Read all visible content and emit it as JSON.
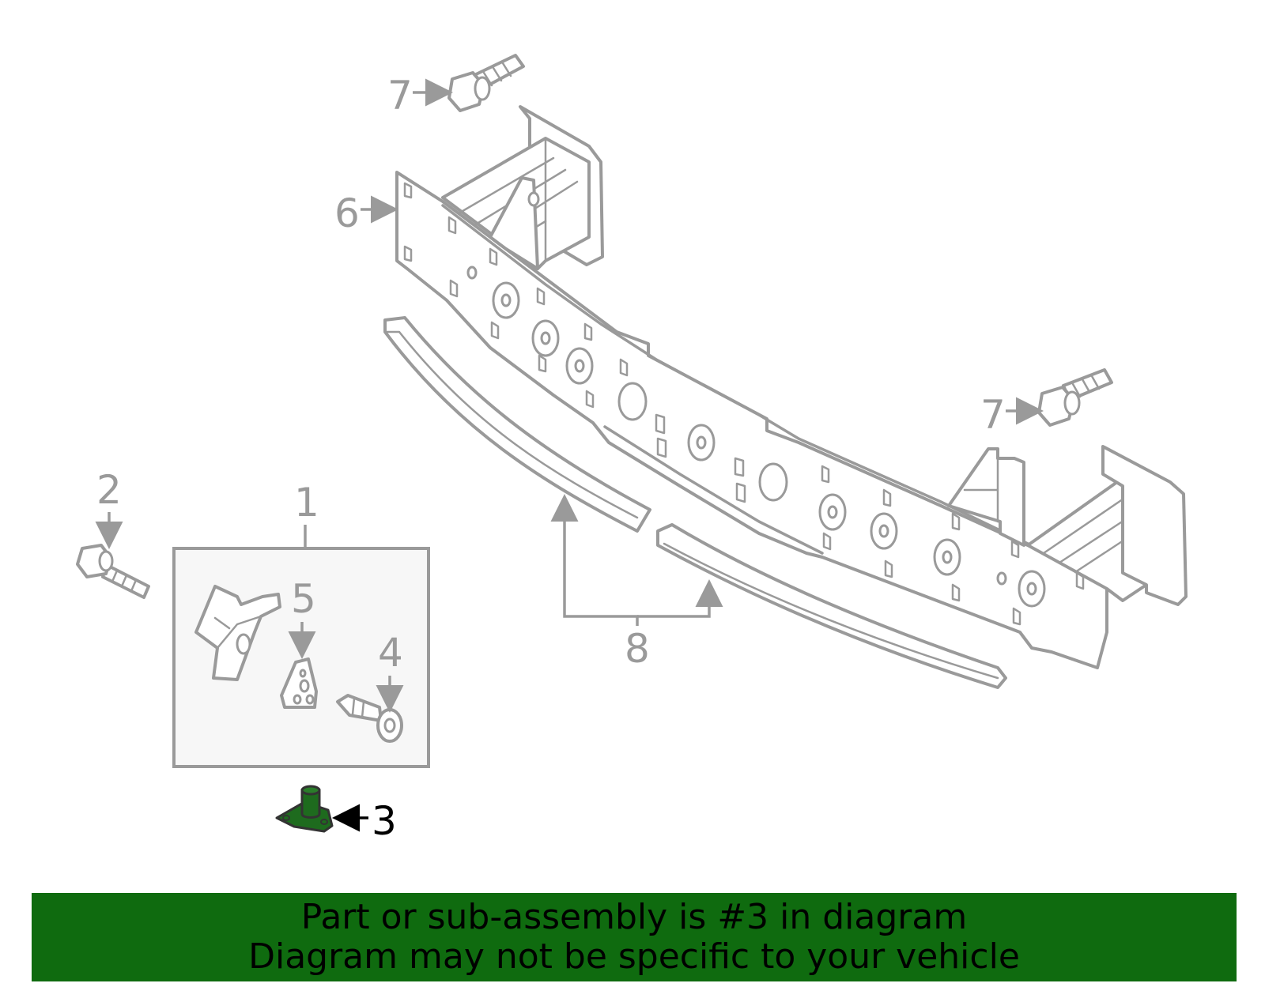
{
  "callouts": {
    "c1": "1",
    "c2": "2",
    "c3": "3",
    "c4": "4",
    "c5": "5",
    "c6": "6",
    "c7a": "7",
    "c7b": "7",
    "c8": "8"
  },
  "highlight": {
    "part_number": "3",
    "fill_color": "#1e6b1e"
  },
  "banner": {
    "line1": "Part or sub-assembly is #3 in diagram",
    "line2": "Diagram may not be specific to your vehicle",
    "background_color": "#0f6b0f"
  },
  "colors": {
    "line_art": "#9a9a9a",
    "highlight_text": "#000000"
  }
}
